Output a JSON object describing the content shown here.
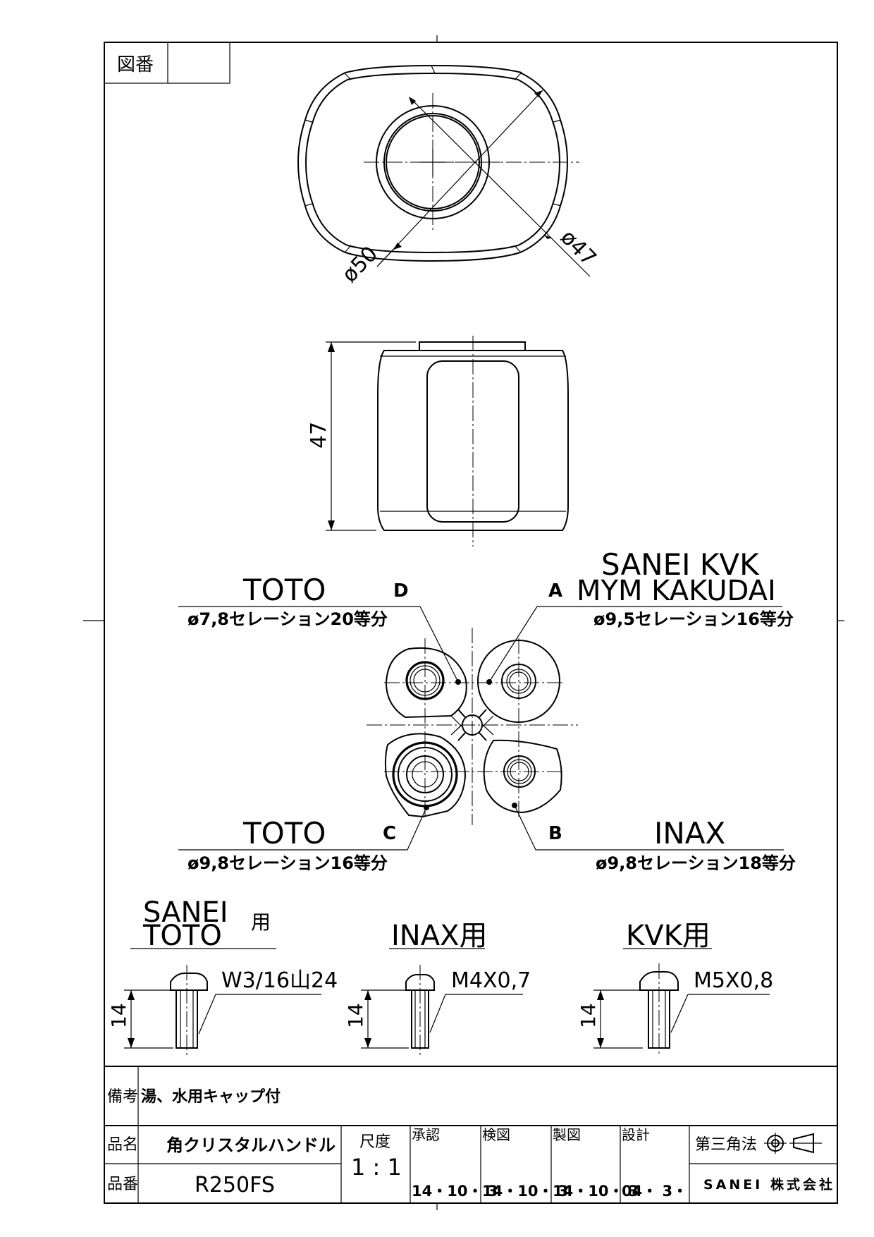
{
  "frame": {
    "drawing_no_label": "図番",
    "drawing_no_value": ""
  },
  "top_view": {
    "dim_outer": "ø50",
    "dim_inner": "ø47"
  },
  "side_view": {
    "dim_height": "47"
  },
  "serration": {
    "A": {
      "letter": "A",
      "brand_line1": "SANEI KVK",
      "brand_line2": "MYM KAKUDAI",
      "spec": "ø9,5セレーション16等分"
    },
    "B": {
      "letter": "B",
      "brand": "INAX",
      "spec": "ø9,8セレーション18等分"
    },
    "C": {
      "letter": "C",
      "brand": "TOTO",
      "spec": "ø9,8セレーション16等分"
    },
    "D": {
      "letter": "D",
      "brand": "TOTO",
      "spec": "ø7,8セレーション20等分"
    }
  },
  "screws": [
    {
      "title_line1": "SANEI",
      "title_line2": "TOTO",
      "title_suffix": "用",
      "thread": "W3/16山24",
      "length": "14"
    },
    {
      "title": "INAX用",
      "thread": "M4X0,7",
      "length": "14"
    },
    {
      "title": "KVK用",
      "thread": "M5X0,8",
      "length": "14"
    }
  ],
  "title_block": {
    "remarks_label": "備考",
    "remarks_value": "湯、水用キャップ付",
    "name_label": "品名",
    "name_value": "角クリスタルハンドル",
    "number_label": "品番",
    "number_value": "R250FS",
    "scale_label": "尺度",
    "scale_value": "1 : 1",
    "approved_label": "承認",
    "approved_date": "14・10・ 3",
    "checked_label": "検図",
    "checked_date": "14・10・ 3",
    "drawn_label": "製図",
    "drawn_date": "14・10・ 3",
    "design_label": "設計",
    "design_date": "04・ 3・",
    "projection_label": "第三角法",
    "company": "SANEI 株式会社"
  }
}
